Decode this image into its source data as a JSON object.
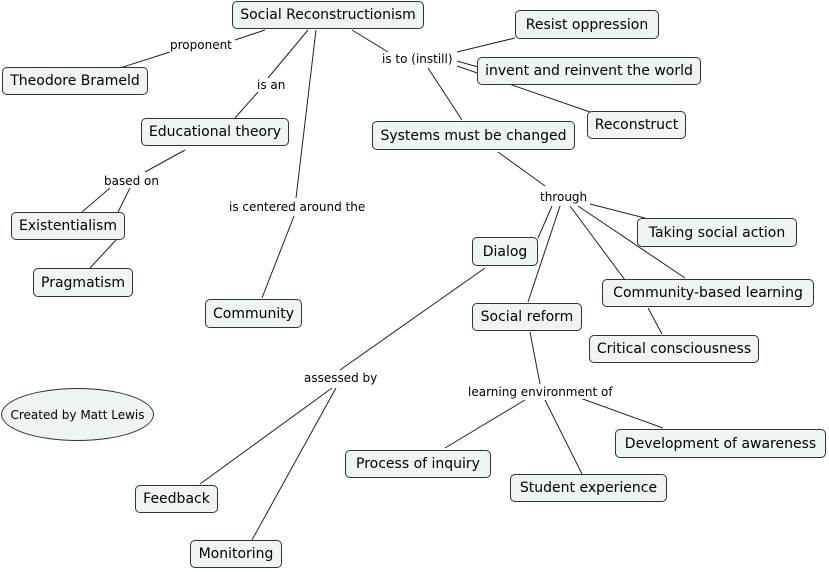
{
  "nodes": {
    "social_reconstructionism": "Social Reconstructionism",
    "theodore_brameld": "Theodore Brameld",
    "educational_theory": "Educational theory",
    "existentialism": "Existentialism",
    "pragmatism": "Pragmatism",
    "community": "Community",
    "resist_oppression": "Resist oppression",
    "invent_reinvent": "invent and reinvent the world",
    "reconstruct": "Reconstruct",
    "systems_changed": "Systems must be changed",
    "taking_social_action": "Taking social action",
    "dialog": "Dialog",
    "community_based_learning": "Community-based learning",
    "social_reform": "Social reform",
    "critical_consciousness": "Critical consciousness",
    "development_of_awareness": "Development of awareness",
    "process_of_inquiry": "Process of inquiry",
    "student_experience": "Student experience",
    "feedback": "Feedback",
    "monitoring": "Monitoring",
    "created_by": "Created by Matt Lewis"
  },
  "links": {
    "proponent": "proponent",
    "is_an": "is an",
    "based_on": "based on",
    "is_centered_around": "is centered around the",
    "is_to_instill": "is to (instill)",
    "through": "through",
    "assessed_by": "assessed by",
    "learning_environment_of": "learning environment of"
  }
}
